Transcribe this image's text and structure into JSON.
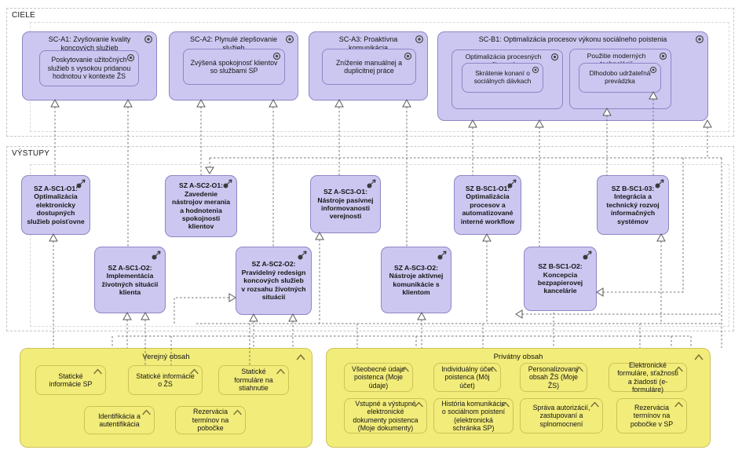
{
  "groups": {
    "goals_label": "CIELE",
    "outputs_label": "VÝSTUPY"
  },
  "goals": {
    "sc_a1": {
      "title": "SC-A1: Zvyšovanie kvality koncových služieb",
      "sub": "Poskytovanie užitočných služieb s vysokou pridanou hodnotou v kontexte ŽS"
    },
    "sc_a2": {
      "title": "SC-A2: Plynulé zlepšovanie služieb",
      "sub": "Zvýšená spokojnosť klientov so službami SP"
    },
    "sc_a3": {
      "title": "SC-A3: Proaktívna komunikácia",
      "sub": "Zníženie manuálnej a duplicitnej práce"
    },
    "sc_b1": {
      "title": "SC-B1: Optimalizácia procesov výkonu sociálneho poistenia",
      "proc": {
        "title": "Optimalizácia procesných činností",
        "sub": "Skrátenie konaní o sociálnych dávkach"
      },
      "tech": {
        "title": "Použitie moderných technológií",
        "sub": "Dlhodobo udržateľná prevádzka"
      }
    }
  },
  "outputs": {
    "a_sc1_o1": "SZ A-SC1-O1: Optimalizácia elektronicky dostupných služieb poisťovne",
    "a_sc2_o1": "SZ A-SC2-O1: Zavedenie nástrojov merania a hodnotenia spokojnosti klientov",
    "a_sc3_o1": "SZ A-SC3-O1: Nástroje pasívnej informovanosti verejnosti",
    "b_sc1_o1": "SZ B-SC1-O1: Optimalizácia procesov a automatizované interné workflow",
    "b_sc1_03": "SZ B-SC1-03: Integrácia a technický rozvoj informačných systémov",
    "a_sc1_o2": "SZ A-SC1-O2: Implementácia životných situácií klienta",
    "a_sc2_o2": "SZ A-SC2-O2: Pravidelný redesign koncových služieb v rozsahu životných situácií",
    "a_sc3_o2": "SZ A-SC3-O2: Nástroje aktívnej komunikácie s klientom",
    "b_sc1_o2": "SZ B-SC1-O2: Koncepcia bezpapierovej kancelárie"
  },
  "public_content": {
    "label": "Verejný obsah",
    "items": [
      "Statické informácie SP",
      "Statické informácie o ŽS",
      "Statické formuláre na stiahnutie",
      "Identifikácia a autentifikácia",
      "Rezervácia termínov na pobočke"
    ]
  },
  "private_content": {
    "label": "Privátny obsah",
    "items": [
      "Všeobecné údaje poistenca (Moje údaje)",
      "Individuálny účet poistenca (Môj účet)",
      "Personalizovaný obsah ŽS (Moje ŽS)",
      "Elektronické formuláre, sťažnosti a žiadosti (e-formuláre)",
      "Vstupné a výstupné elektronické dokumenty poistenca (Moje dokumenty)",
      "História komunikácie o sociálnom poistení (elektronická schránka SP)",
      "Správa autorizácií, zastupovaní a splnomocnení",
      "Rezervácia termínov na pobočke v SP"
    ]
  },
  "icons": {
    "goal": "goal-icon (ring with dot)",
    "outcome": "outcome-icon (dot with arrow)",
    "content": "chevron-icon"
  },
  "colors": {
    "motivation_fill": "#cbc7f0",
    "motivation_border": "#8d86c6",
    "content_fill": "#f2ec7a",
    "content_border": "#ccc35a",
    "group_border": "#c6c6c6",
    "connector": "#747474"
  }
}
